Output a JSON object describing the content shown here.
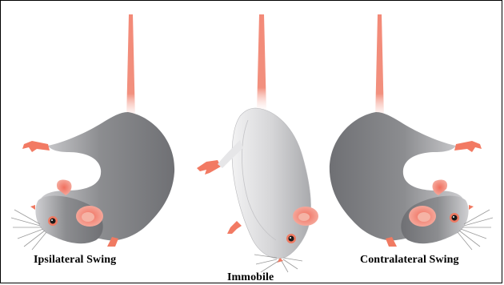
{
  "figure": {
    "panels": [
      {
        "id": "left",
        "label": "Ipsilateral Swing"
      },
      {
        "id": "middle",
        "label": "Immobile"
      },
      {
        "id": "right",
        "label": "Contralateral Swing"
      }
    ]
  },
  "colors": {
    "body_gray": "#8a8b8e",
    "body_light": "#d9d9db",
    "tail_pink": "#f08070",
    "ear_pink": "#f4a99a",
    "foot_salmon": "#f07a62",
    "eye": "#1a1a1a",
    "whisker": "#9a9a9a",
    "border": "#000000"
  },
  "icons": [
    "rat-illustration",
    "tail",
    "ear",
    "paw",
    "whiskers"
  ]
}
